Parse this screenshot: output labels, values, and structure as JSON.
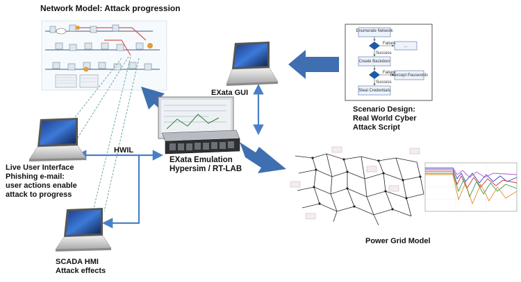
{
  "network_model": {
    "title": "Network Model: Attack progression"
  },
  "exata_gui": {
    "label": "EXata GUI"
  },
  "scenario": {
    "lines": [
      "Scenario Design:",
      "Real World Cyber",
      "Attack Script"
    ],
    "flow": {
      "enumerate": "Enumerate Network",
      "ellipsis": "...",
      "create_backdoor": "Create Backdoor",
      "intercept": "Intercept Passwords",
      "steal": "Steal Credentials",
      "failure": "Failure",
      "success": "Success"
    }
  },
  "hwil": {
    "label": "HWIL"
  },
  "emulation": {
    "lines": [
      "EXata Emulation",
      "Hypersim / RT-LAB"
    ]
  },
  "live_ui": {
    "lines": [
      "Live User Interface",
      "Phishing e-mail:",
      "user actions enable",
      "attack to progress"
    ]
  },
  "scada": {
    "lines": [
      "SCADA HMI",
      "Attack effects"
    ]
  },
  "power_grid": {
    "label": "Power Grid Model"
  },
  "colors": {
    "arrow": "#3f6fb0",
    "link": "#4a7fc8",
    "dashed": "#6aa6a6"
  }
}
